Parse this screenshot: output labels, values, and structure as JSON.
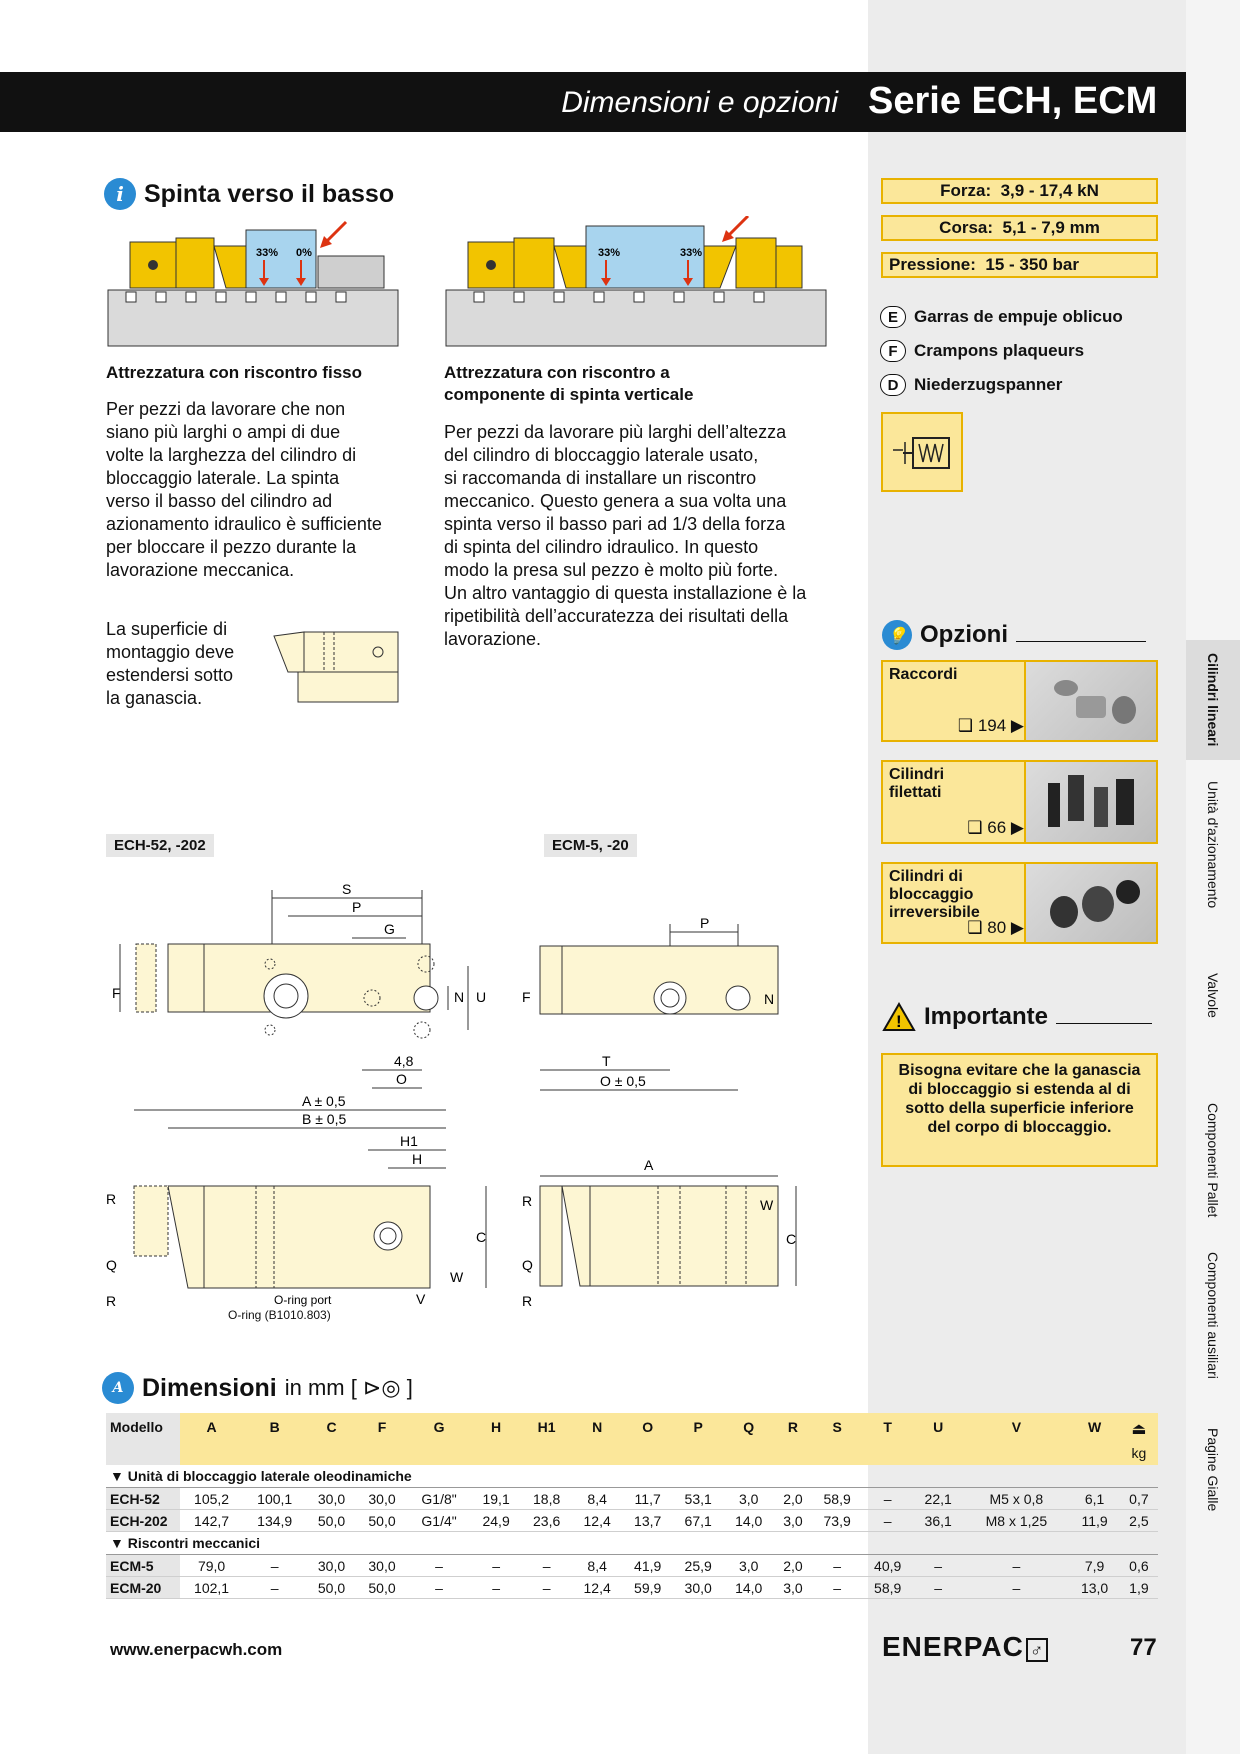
{
  "header": {
    "subtitle": "Dimensioni e opzioni",
    "title": "Serie ECH, ECM"
  },
  "section_push": {
    "title": "Spinta verso il basso",
    "diagram1": {
      "pct_a": "33%",
      "pct_b": "0%"
    },
    "diagram2": {
      "pct_a": "33%",
      "pct_b": "33%"
    },
    "col1_heading": "Attrezzatura con riscontro fisso",
    "col1_text": [
      "Per pezzi da lavorare che non",
      "siano più larghi o ampi di due",
      "volte la larghezza del cilindro di",
      "bloccaggio laterale. La spinta",
      "verso il basso del cilindro ad",
      "azionamento idraulico è sufficiente",
      "per bloccare il pezzo durante la",
      "lavorazione meccanica."
    ],
    "col1_note": [
      "La superficie di",
      "montaggio deve",
      "estendersi sotto",
      "la ganascia."
    ],
    "col2_heading": [
      "Attrezzatura con riscontro a",
      "componente di spinta verticale"
    ],
    "col2_text": [
      "Per pezzi da lavorare più larghi dell’altezza",
      "del cilindro di bloccaggio laterale usato,",
      "si raccomanda di installare un riscontro",
      "meccanico. Questo genera a sua volta una",
      "spinta verso il basso pari ad 1/3 della forza",
      "di spinta del cilindro idraulico. In questo",
      "modo la presa sul pezzo è molto più forte.",
      "Un altro vantaggio di questa installazione è la",
      "ripetibilità dell’accuratezza dei risultati della",
      "lavorazione."
    ]
  },
  "specs": [
    {
      "label": "Forza:",
      "value": "3,9 - 17,4 kN"
    },
    {
      "label": "Corsa:",
      "value": "5,1 - 7,9 mm"
    },
    {
      "label": "Pressione:",
      "value": "15 - 350 bar"
    }
  ],
  "languages": [
    {
      "code": "E",
      "text": "Garras de empuje oblicuo"
    },
    {
      "code": "F",
      "text": "Crampons plaqueurs"
    },
    {
      "code": "D",
      "text": "Niederzugspanner"
    }
  ],
  "options": {
    "title": "Opzioni",
    "items": [
      {
        "label": "Raccordi",
        "ref": "194"
      },
      {
        "label": "Cilindri\nfilettati",
        "ref": "66"
      },
      {
        "label": "Cilindri di\nbloccaggio\nirreversibile",
        "ref": "80"
      }
    ]
  },
  "important": {
    "title": "Importante",
    "text": "Bisogna evitare che la ganascia di bloccaggio si estenda al di sotto della superficie inferiore del corpo di bloccaggio."
  },
  "tabs": [
    "Cilindri lineari",
    "Unità d'azionamento",
    "Valvole",
    "Componenti Pallet",
    "Componenti ausiliari",
    "Pagine Gialle"
  ],
  "drawings": {
    "tag_left": "ECH-52, -202",
    "tag_right": "ECM-5, -20",
    "labels": {
      "S": "S",
      "P": "P",
      "G": "G",
      "F": "F",
      "N": "N",
      "U": "U",
      "dim48": "4,8",
      "O": "O",
      "T": "T",
      "O05": "O ± 0,5",
      "A05": "A ± 0,5",
      "B05": "B ± 0,5",
      "H1": "H1",
      "H": "H",
      "C": "C",
      "R": "R",
      "Q": "Q",
      "W": "W",
      "V": "V",
      "A": "A",
      "oring_port": "O-ring port",
      "oring": "O-ring (B1010.803)"
    }
  },
  "dimensions": {
    "title": "Dimensioni",
    "unit": "in mm [ ",
    "unit_end": " ]",
    "columns": [
      "Modello",
      "A",
      "B",
      "C",
      "F",
      "G",
      "H",
      "H1",
      "N",
      "O",
      "P",
      "Q",
      "R",
      "S",
      "T",
      "U",
      "V",
      "W",
      "kg"
    ],
    "groups": [
      {
        "name": "▼ Unità di bloccaggio laterale oleodinamiche",
        "rows": [
          [
            "ECH-52",
            "105,2",
            "100,1",
            "30,0",
            "30,0",
            "G1/8\"",
            "19,1",
            "18,8",
            "8,4",
            "11,7",
            "53,1",
            "3,0",
            "2,0",
            "58,9",
            "–",
            "22,1",
            "M5 x 0,8",
            "6,1",
            "0,7"
          ],
          [
            "ECH-202",
            "142,7",
            "134,9",
            "50,0",
            "50,0",
            "G1/4\"",
            "24,9",
            "23,6",
            "12,4",
            "13,7",
            "67,1",
            "14,0",
            "3,0",
            "73,9",
            "–",
            "36,1",
            "M8 x 1,25",
            "11,9",
            "2,5"
          ]
        ]
      },
      {
        "name": "▼ Riscontri meccanici",
        "rows": [
          [
            "ECM-5",
            "79,0",
            "–",
            "30,0",
            "30,0",
            "–",
            "–",
            "–",
            "8,4",
            "41,9",
            "25,9",
            "3,0",
            "2,0",
            "–",
            "40,9",
            "–",
            "–",
            "7,9",
            "0,6"
          ],
          [
            "ECM-20",
            "102,1",
            "–",
            "50,0",
            "50,0",
            "–",
            "–",
            "–",
            "12,4",
            "59,9",
            "30,0",
            "14,0",
            "3,0",
            "–",
            "58,9",
            "–",
            "–",
            "13,0",
            "1,9"
          ]
        ]
      }
    ]
  },
  "footer": {
    "url": "www.enerpacwh.com",
    "brand": "ENERPAC",
    "page": "77"
  },
  "colors": {
    "accent_yellow": "#fbe79a",
    "border_yellow": "#e8b200",
    "info_blue": "#2a8bd3",
    "drawing_fill": "#fdf6d3"
  }
}
